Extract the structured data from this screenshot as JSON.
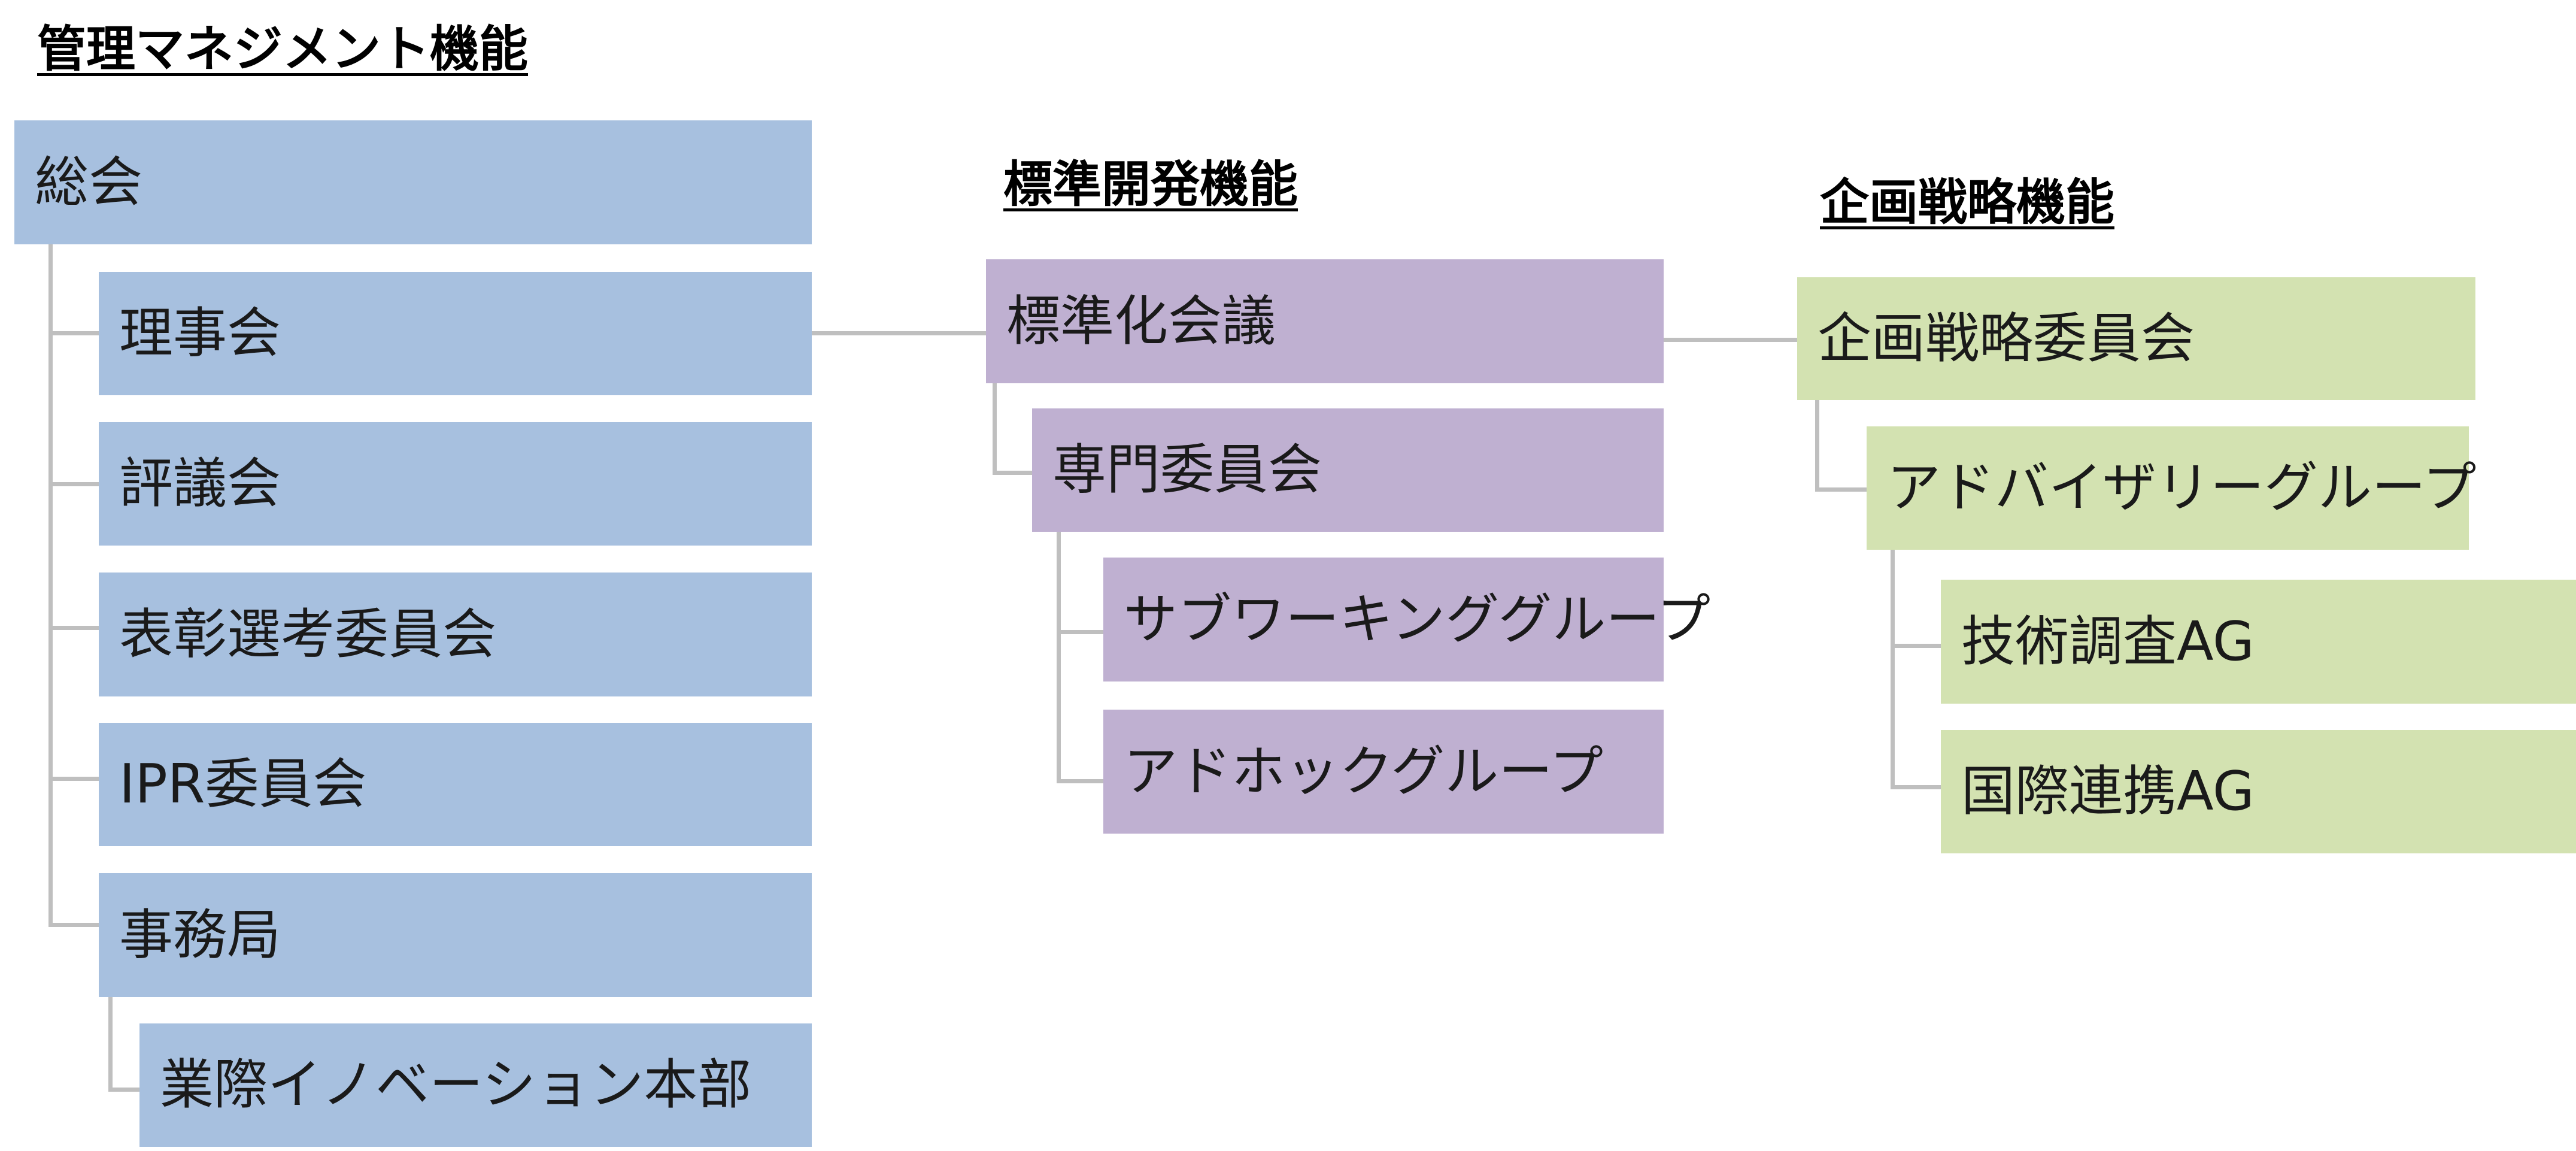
{
  "colors": {
    "management": "#a7c0df",
    "standard": "#bfb0d1",
    "planning": "#d3e2b1",
    "connector": "#bfbfbf"
  },
  "management": {
    "heading": "管理マネジメント機能",
    "general_assembly": "総会",
    "board": "理事会",
    "council": "評議会",
    "awards_committee": "表彰選考委員会",
    "ipr_committee": "IPR委員会",
    "secretariat": "事務局",
    "innovation_hq": "業際イノベーション本部"
  },
  "standard": {
    "heading": "標準開発機能",
    "standardization_conference": "標準化会議",
    "technical_committee": "専門委員会",
    "sub_working_group": "サブワーキンググループ",
    "adhoc_group": "アドホックグループ"
  },
  "planning": {
    "heading": "企画戦略機能",
    "strategy_committee": "企画戦略委員会",
    "advisory_group": "アドバイザリーグループ",
    "tech_survey_ag": "技術調査AG",
    "intl_cooperation_ag": "国際連携AG"
  }
}
